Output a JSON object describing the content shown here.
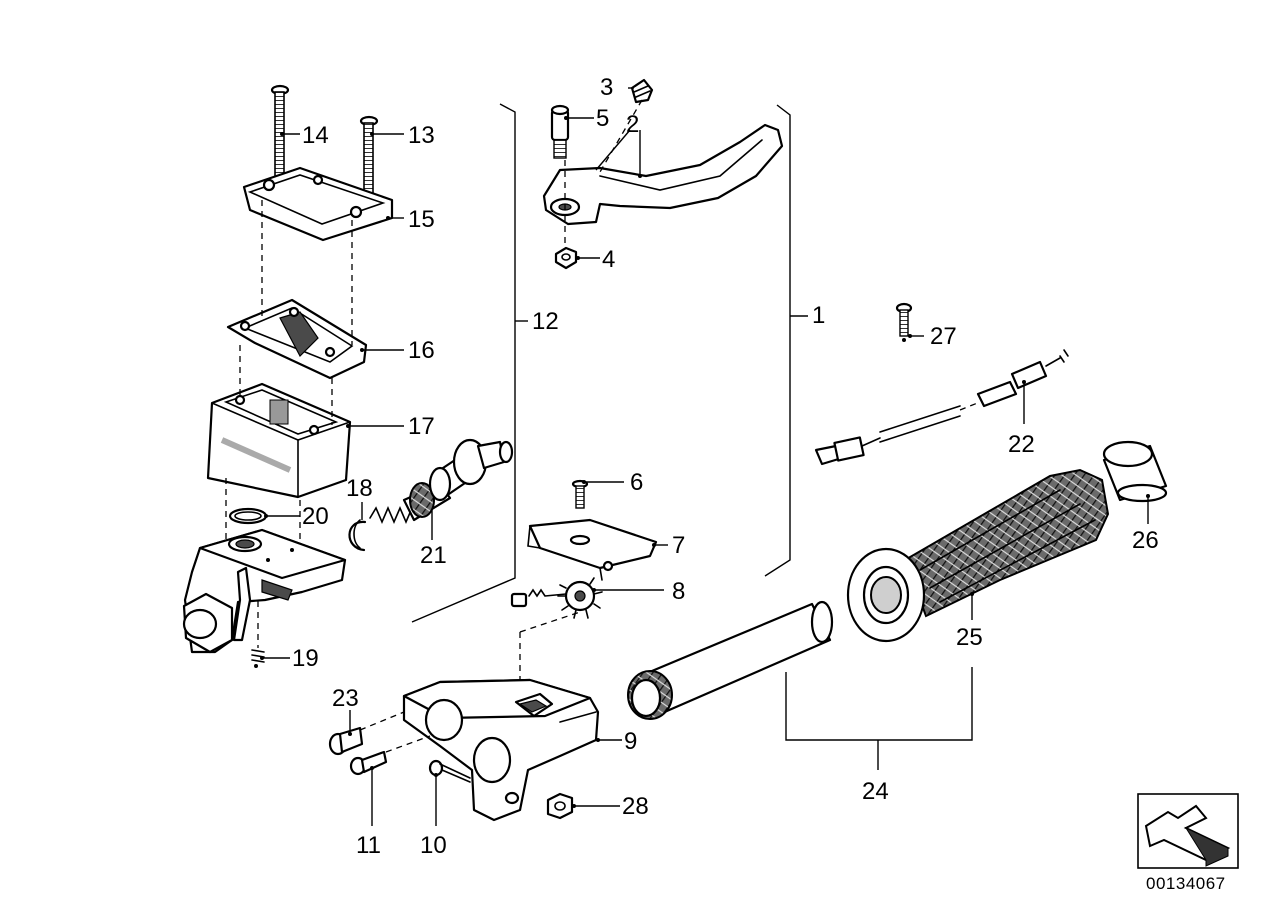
{
  "diagram": {
    "reference_number": "00134067",
    "callouts": [
      "1",
      "2",
      "3",
      "4",
      "5",
      "6",
      "7",
      "8",
      "9",
      "10",
      "11",
      "12",
      "13",
      "14",
      "15",
      "16",
      "17",
      "18",
      "19",
      "20",
      "21",
      "22",
      "23",
      "24",
      "25",
      "26",
      "27",
      "28"
    ]
  }
}
